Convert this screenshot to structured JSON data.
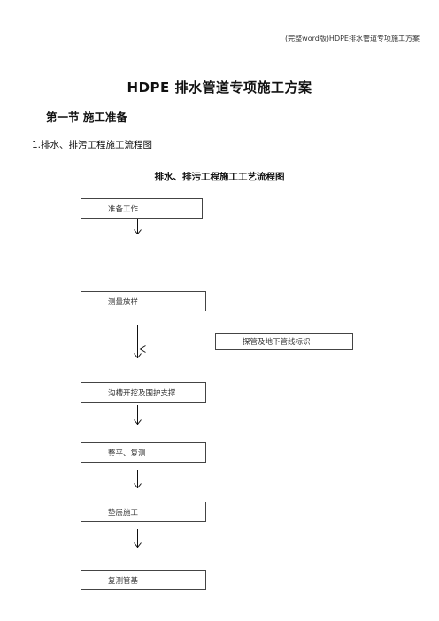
{
  "header_note": "(完整word版)HDPE排水管道专项施工方案",
  "title": "HDPE 排水管道专项施工方案",
  "section": "第一节  施工准备",
  "subheading": "1.排水、排污工程施工流程图",
  "chart_title": "排水、排污工程施工工艺流程图",
  "flow": {
    "steps": [
      "准备工作",
      "测量放样",
      "沟槽开挖及围护支撑",
      "整平、复测",
      "垫层施工",
      "复测管基"
    ],
    "side_step": "探管及地下管线标识"
  }
}
